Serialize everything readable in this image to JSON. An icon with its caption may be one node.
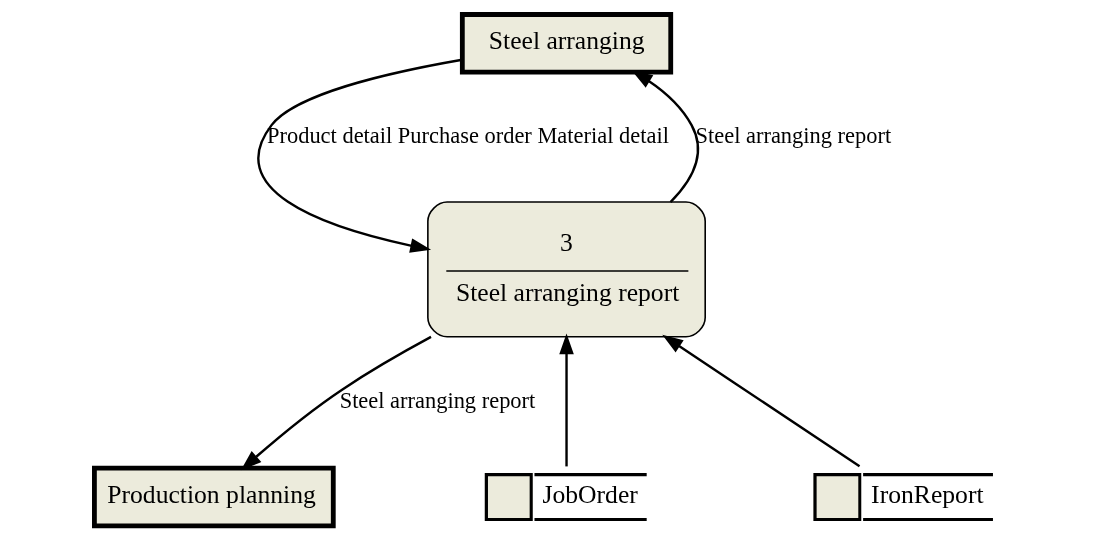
{
  "diagram": {
    "nodes": [
      {
        "text": [
          "Steel arranging"
        ]
      },
      {
        "text": [
          "3",
          "Steel arranging report"
        ]
      },
      {
        "text": [
          "Production planning"
        ]
      },
      {
        "text": [
          "JobOrder"
        ]
      },
      {
        "text": [
          "IronReport"
        ]
      }
    ],
    "edges": [
      {
        "from": 0,
        "to": 1,
        "arrow": "to",
        "label": "Product detail Purchase order Material detail"
      },
      {
        "from": 1,
        "to": 0,
        "arrow": "to",
        "label": "Steel arranging report"
      },
      {
        "from": 1,
        "to": 2,
        "arrow": "to",
        "label": "Steel arranging report"
      },
      {
        "from": 3,
        "to": 1,
        "arrow": "to"
      },
      {
        "from": 4,
        "to": 1,
        "arrow": "to"
      }
    ]
  }
}
